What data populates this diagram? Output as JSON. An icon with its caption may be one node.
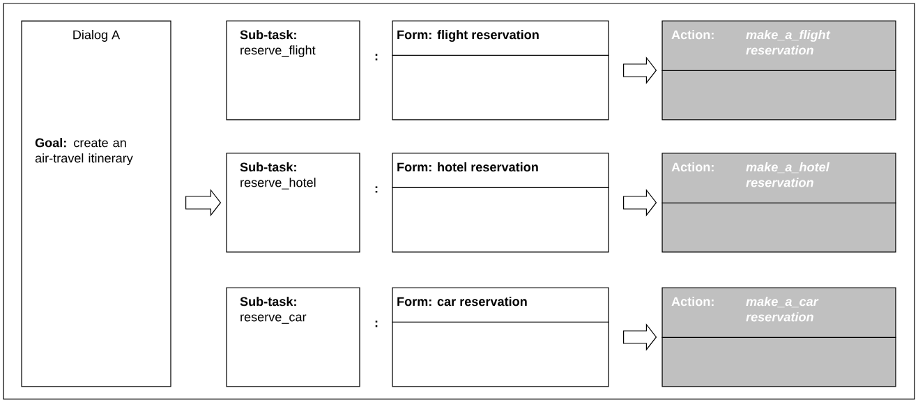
{
  "diagram": {
    "nodes": [
      {
        "text": [
          "Dialog A",
          "**Goal:** create an air-travel itinerary"
        ]
      },
      {
        "text": [
          "Sub-task:",
          "reserve_flight"
        ]
      },
      {
        "text": [
          "Form: flight reservation"
        ]
      },
      {
        "text": [
          "Action:",
          "make_a_flight reservation"
        ]
      },
      {
        "text": [
          "Sub-task:",
          "reserve_hotel"
        ]
      },
      {
        "text": [
          "Form: hotel reservation"
        ]
      },
      {
        "text": [
          "Action:",
          "make_a_hotel reservation"
        ]
      },
      {
        "text": [
          "Sub-task:",
          "reserve_car"
        ]
      },
      {
        "text": [
          "Form: car reservation"
        ]
      },
      {
        "text": [
          "Action:",
          "make_a_car reservation"
        ]
      }
    ],
    "edges": [
      {
        "from": 0,
        "to": 4,
        "arrow": "to"
      },
      {
        "from": 2,
        "to": 3,
        "arrow": "to"
      },
      {
        "from": 5,
        "to": 6,
        "arrow": "to"
      },
      {
        "from": 8,
        "to": 9,
        "arrow": "to"
      }
    ],
    "labels": [
      ":",
      ":",
      ":"
    ]
  }
}
